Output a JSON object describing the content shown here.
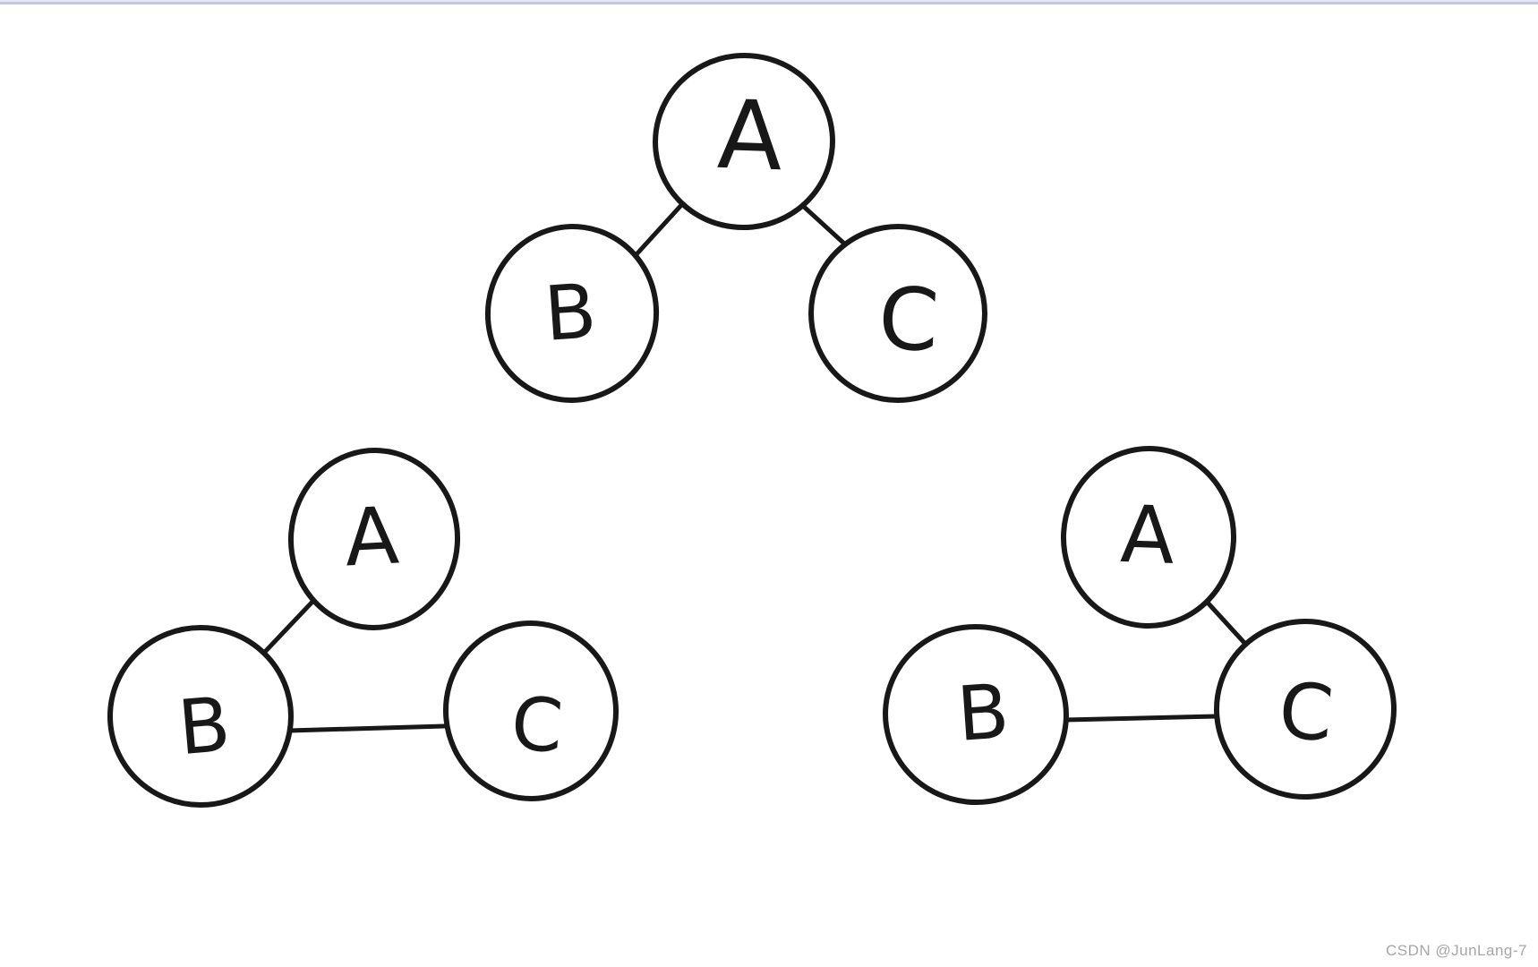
{
  "page": {
    "background": "#ffffff",
    "ink_color": "#181818",
    "top_border": {
      "light_color": "#e7e7f4",
      "dark_color": "#c4c4e5"
    },
    "watermark": {
      "text": "CSDN @JunLang-7",
      "color": "#a6a6a6"
    }
  },
  "graphs": {
    "top": {
      "nodes": {
        "a": "A",
        "b": "B",
        "c": "C"
      },
      "edges": [
        "A-B",
        "A-C"
      ]
    },
    "left": {
      "nodes": {
        "a": "A",
        "b": "B",
        "c": "C"
      },
      "edges": [
        "A-B",
        "B-C"
      ]
    },
    "right": {
      "nodes": {
        "a": "A",
        "b": "B",
        "c": "C"
      },
      "edges": [
        "A-C",
        "B-C"
      ]
    }
  }
}
